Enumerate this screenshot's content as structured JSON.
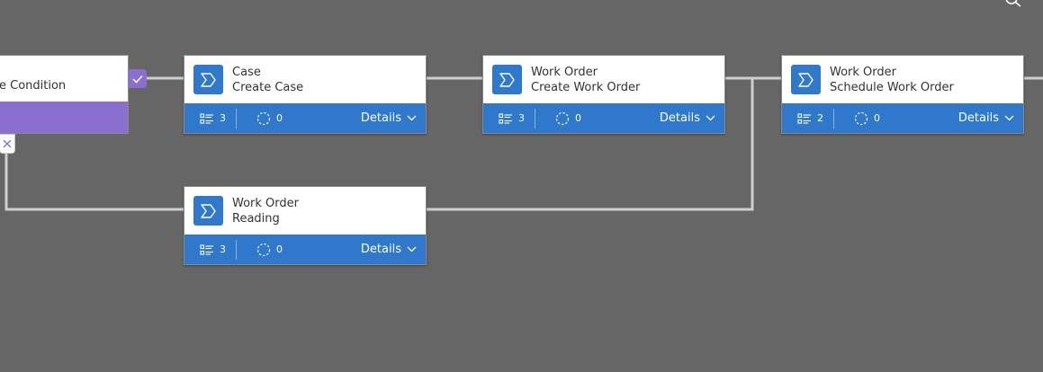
{
  "canvas": {
    "background": "#666666"
  },
  "condition": {
    "label": "e Condition",
    "accent": "#8a6fd1"
  },
  "stages": [
    {
      "entity": "Case",
      "name": "Create Case",
      "steps": "3",
      "conditions": "0",
      "details": "Details"
    },
    {
      "entity": "Work Order",
      "name": "Create Work Order",
      "steps": "3",
      "conditions": "0",
      "details": "Details"
    },
    {
      "entity": "Work Order",
      "name": "Schedule Work Order",
      "steps": "2",
      "conditions": "0",
      "details": "Details"
    },
    {
      "entity": "Work Order",
      "name": "Reading",
      "steps": "3",
      "conditions": "0",
      "details": "Details"
    }
  ],
  "colors": {
    "stage_blue": "#2f78cc",
    "connector": "#cfcfcf"
  },
  "icons": {
    "stage": "stage-chevron-icon",
    "steps": "steps-list-icon",
    "conditions": "dashed-circle-icon",
    "details": "chevron-down-icon",
    "yes": "checkmark-icon",
    "no": "close-icon",
    "search": "search-icon"
  }
}
